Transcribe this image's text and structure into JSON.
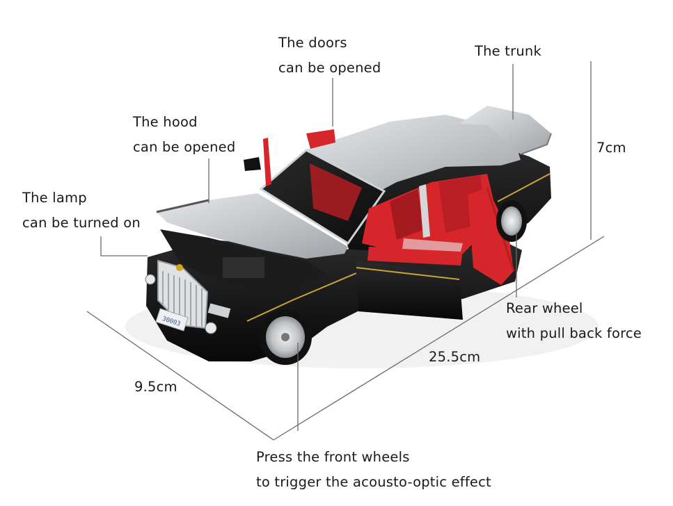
{
  "annotations": {
    "doors": [
      "The doors",
      "can be opened"
    ],
    "trunk": [
      "The trunk"
    ],
    "hood": [
      "The hood",
      "can be opened"
    ],
    "lamp": [
      "The lamp",
      "can be turned on"
    ],
    "rear_wheel": [
      "Rear wheel",
      "with pull back force"
    ],
    "front_wheels": [
      "Press the front wheels",
      "to trigger the acousto-optic effect"
    ]
  },
  "dimensions": {
    "height": "7cm",
    "length": "25.5cm",
    "width": "9.5cm"
  },
  "plate": "30003",
  "colors": {
    "body_black": "#151515",
    "body_silver": "#c9cbcd",
    "interior_red": "#d7262b",
    "pinstripe_gold": "#c9a43a",
    "leader_line": "#6a6a6a"
  }
}
